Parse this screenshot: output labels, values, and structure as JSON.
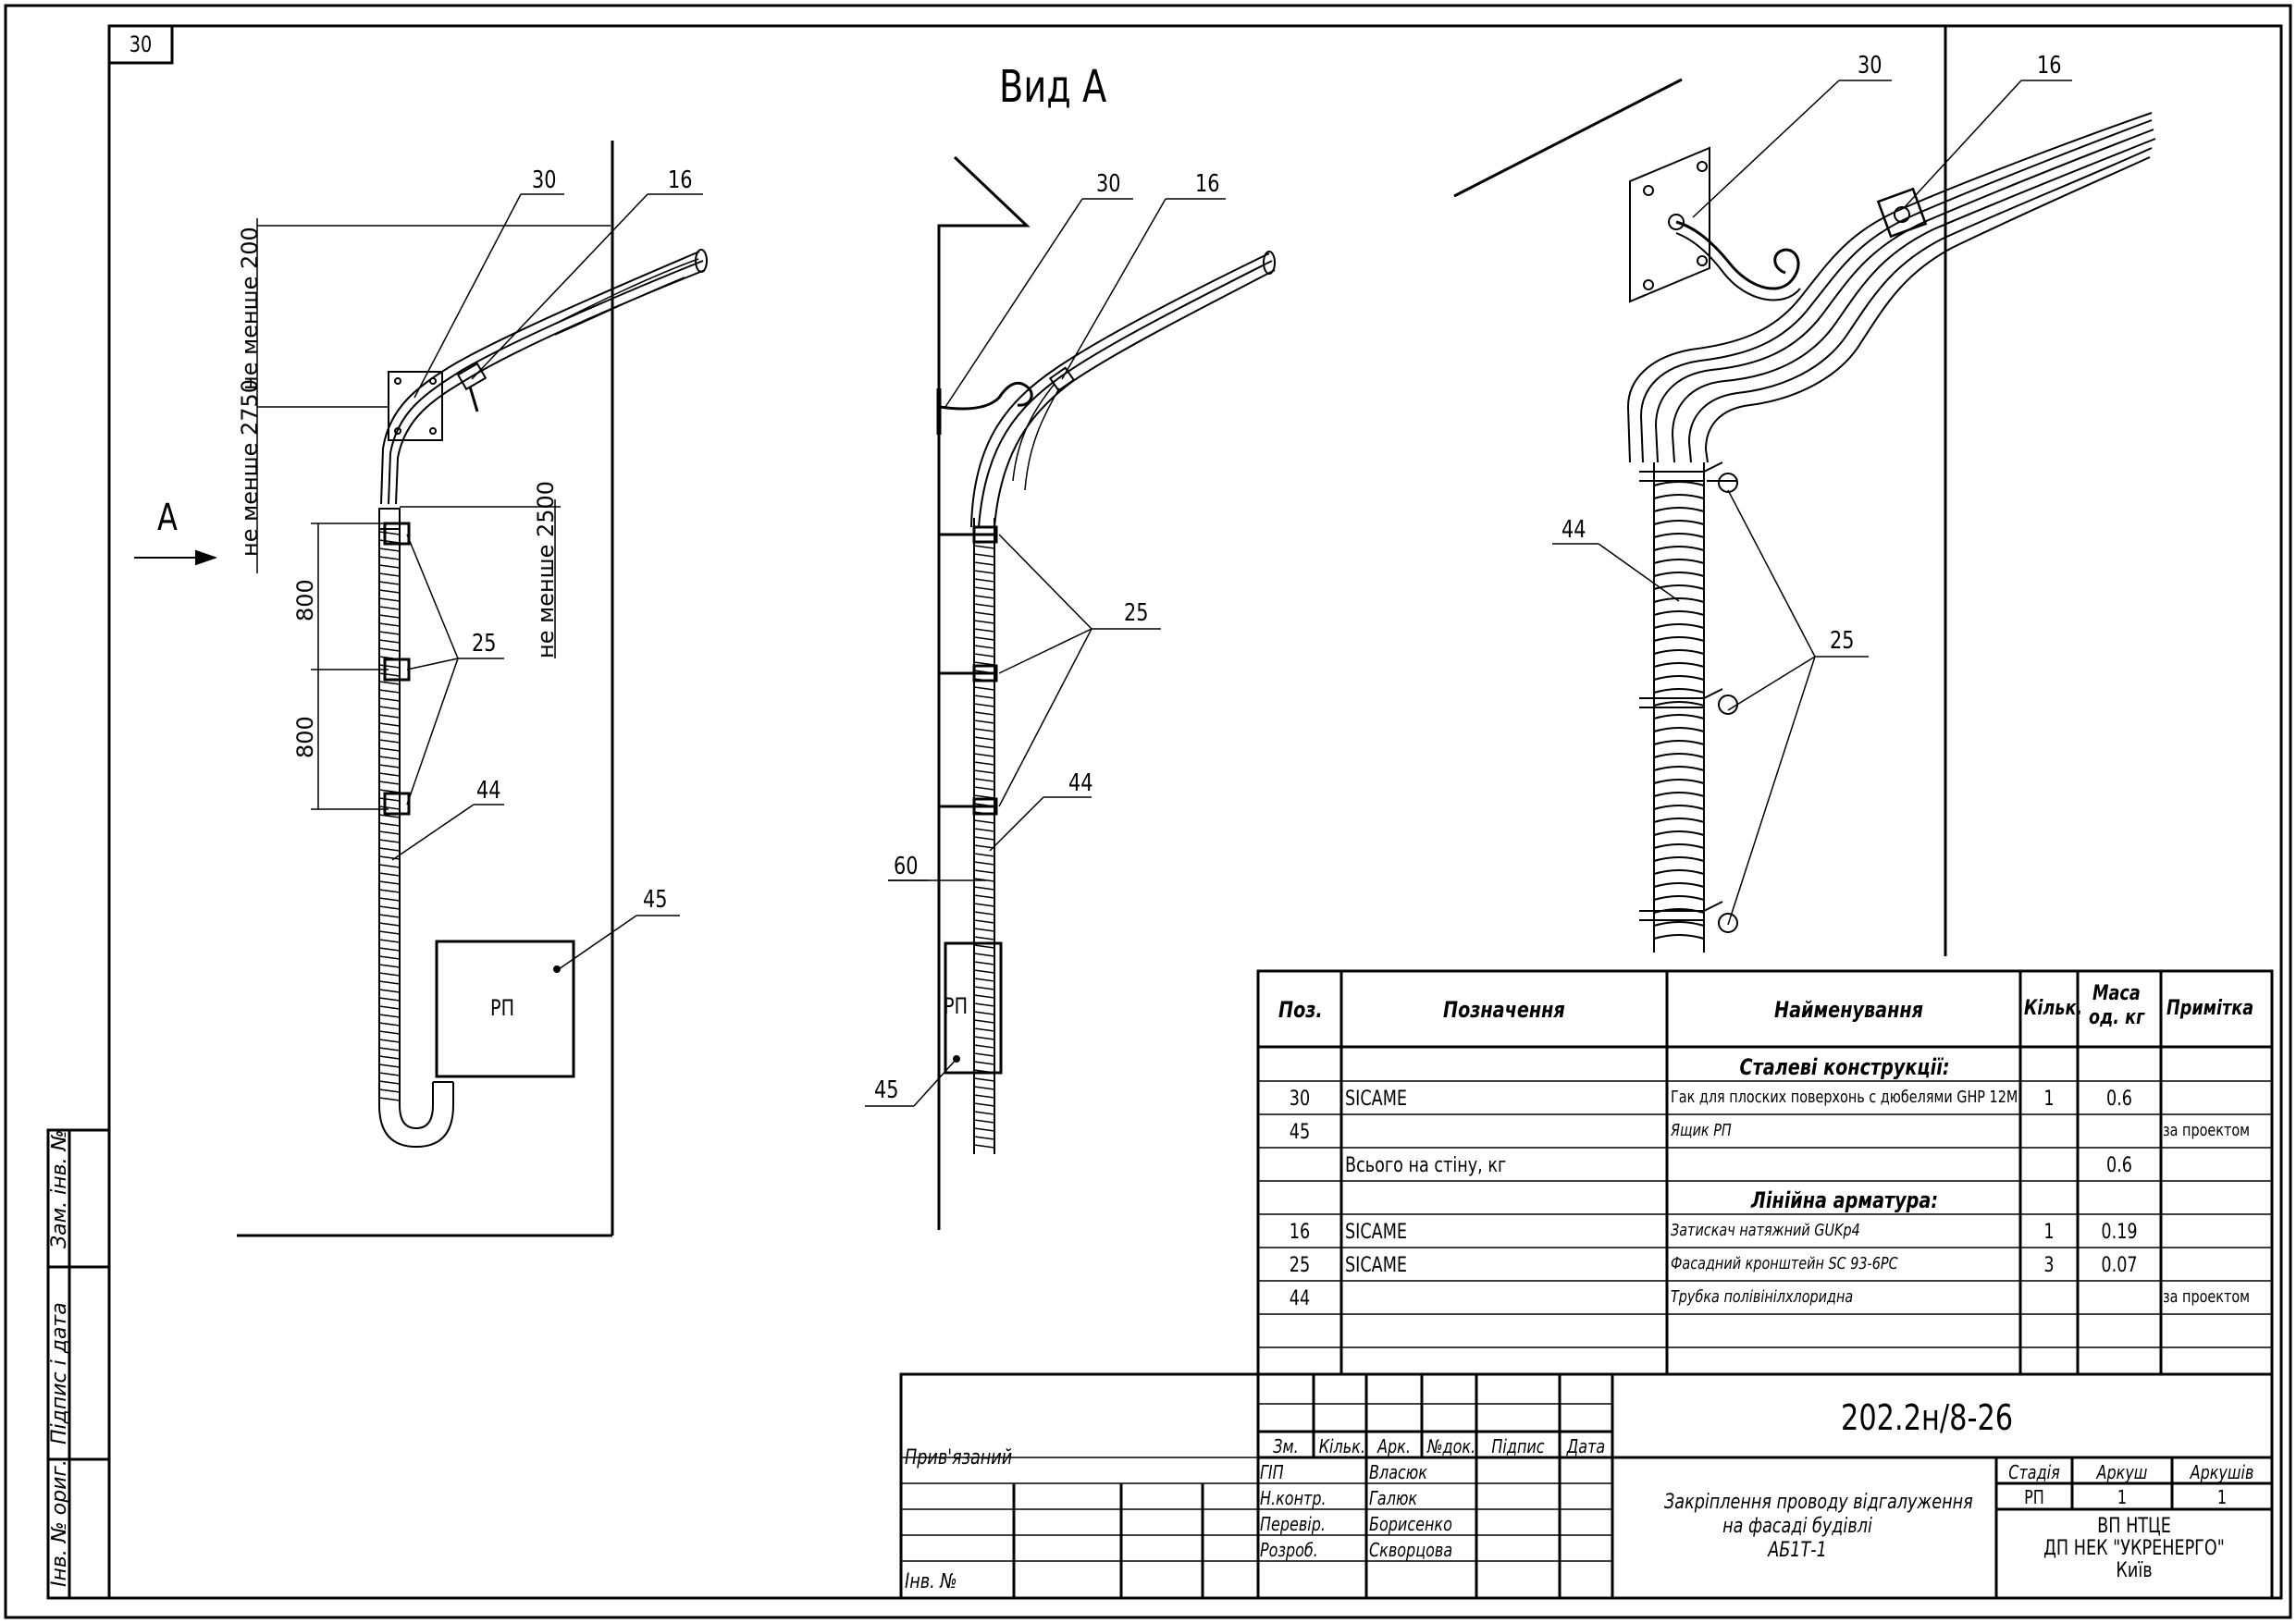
{
  "sheet": {
    "number": "30"
  },
  "view_title": "Вид А",
  "view_arrow_label": "А",
  "front": {
    "callouts": [
      "30",
      "16",
      "25",
      "44",
      "45"
    ],
    "dims": {
      "min200": "не менше 200",
      "min2750": "не менше 2750",
      "min2500": "не менше 2500",
      "d800a": "800",
      "d800b": "800"
    },
    "box_label": "РП"
  },
  "side": {
    "callouts": [
      "30",
      "16",
      "25",
      "44",
      "45"
    ],
    "dim60": "60",
    "box_label": "РП"
  },
  "iso": {
    "callouts": [
      "30",
      "16",
      "44",
      "25"
    ]
  },
  "spec": {
    "headers": {
      "pos": "Поз.",
      "designation": "Позначення",
      "name": "Найменування",
      "qty": "Кільк.",
      "mass1": "Маса",
      "mass2": "од. кг",
      "note": "Примітка"
    },
    "rows": [
      {
        "pos": "",
        "designation": "",
        "name": "Сталеві конструкції:",
        "qty": "",
        "mass": "",
        "note": "",
        "section": true
      },
      {
        "pos": "30",
        "designation": "SICAME",
        "name": "Гак для плоских поверхонь с дюбелями GHP 12M",
        "qty": "1",
        "mass": "0.6",
        "note": ""
      },
      {
        "pos": "45",
        "designation": "",
        "name": "Ящик РП",
        "qty": "",
        "mass": "",
        "note": "за проектом"
      },
      {
        "pos": "",
        "designation": "Всього на стіну, кг",
        "name": "",
        "qty": "",
        "mass": "0.6",
        "note": ""
      },
      {
        "pos": "",
        "designation": "",
        "name": "Лінійна арматура:",
        "qty": "",
        "mass": "",
        "note": "",
        "section": true
      },
      {
        "pos": "16",
        "designation": "SICAME",
        "name": "Затискач натяжний GUKp4",
        "qty": "1",
        "mass": "0.19",
        "note": ""
      },
      {
        "pos": "25",
        "designation": "SICAME",
        "name": "Фасадний кронштейн SC 93-6PC",
        "qty": "3",
        "mass": "0.07",
        "note": ""
      },
      {
        "pos": "44",
        "designation": "",
        "name": "Трубка полівінілхлоридна",
        "qty": "",
        "mass": "",
        "note": "за проектом"
      },
      {
        "pos": "",
        "designation": "",
        "name": "",
        "qty": "",
        "mass": "",
        "note": ""
      },
      {
        "pos": "",
        "designation": "",
        "name": "",
        "qty": "",
        "mass": "",
        "note": ""
      }
    ]
  },
  "titleblock": {
    "doc_code": "202.2н/8-26",
    "linked": "Прив'язаний",
    "inv_no": "Інв. №",
    "headers": [
      "Зм.",
      "Кільк.",
      "Арк.",
      "№док.",
      "Підпис",
      "Дата"
    ],
    "roles": [
      {
        "role": "ГІП",
        "name": "Власюк"
      },
      {
        "role": "Н.контр.",
        "name": "Галюк"
      },
      {
        "role": "Перевір.",
        "name": "Борисенко"
      },
      {
        "role": "Розроб.",
        "name": "Скворцова"
      }
    ],
    "title_lines": [
      "Закріплення проводу відгалуження",
      "на фасаді будівлі",
      "АБ1Т-1"
    ],
    "stage_label": "Стадія",
    "sheet_label": "Аркуш",
    "sheets_label": "Аркушів",
    "stage": "РП",
    "sheet": "1",
    "sheets": "1",
    "org_lines": [
      "ВП НТЦЕ",
      "ДП НЕК \"УКРЕНЕРГО\"",
      "Київ"
    ]
  },
  "side_stamp": [
    "Зам. інв. №",
    "Підпис і дата",
    "Інв. № ориг."
  ]
}
